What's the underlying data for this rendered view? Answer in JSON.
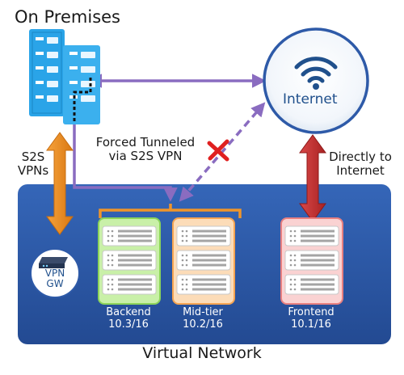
{
  "on_premises": {
    "title": "On Premises"
  },
  "internet": {
    "label": "Internet"
  },
  "links": {
    "s2s_line1": "S2S",
    "s2s_line2": "VPNs",
    "forced_line1": "Forced Tunneled",
    "forced_line2": "via S2S VPN",
    "direct_line1": "Directly to",
    "direct_line2": "Internet"
  },
  "vpn_gateway": {
    "line1": "VPN",
    "line2": "GW"
  },
  "subnets": [
    {
      "name": "Backend",
      "range": "10.3/16",
      "fill": "#c9f0a8",
      "stroke": "#8cd45a"
    },
    {
      "name": "Mid-tier",
      "range": "10.2/16",
      "fill": "#fcdcb8",
      "stroke": "#f5a452"
    },
    {
      "name": "Frontend",
      "range": "10.1/16",
      "fill": "#fad2d2",
      "stroke": "#e88080"
    }
  ],
  "virtual_network": {
    "label": "Virtual Network"
  },
  "colors": {
    "vnet": "#2e5aa8",
    "purple": "#8a6cc0",
    "orange": "#f0952a",
    "red": "#c23636",
    "cross": "#e02020",
    "server_blue": "#2aa4e8",
    "internet_blue": "#20508c"
  }
}
